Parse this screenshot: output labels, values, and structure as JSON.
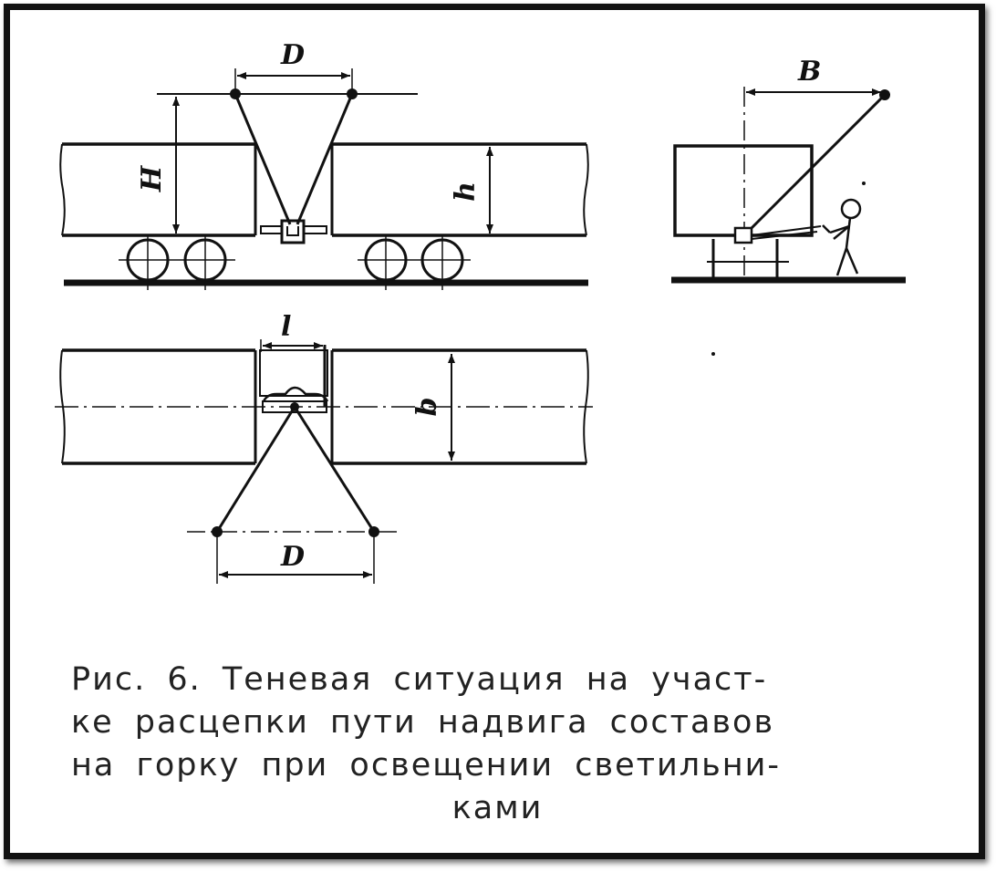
{
  "diagram": {
    "labels": {
      "top_span": "D",
      "light_height": "H",
      "car_height": "h",
      "side_distance": "B",
      "gap_length": "l",
      "car_width": "b",
      "bottom_span": "D"
    }
  },
  "caption": {
    "line1": "Рис. 6.     Теневая ситуация на участ-",
    "line2": "ке расцепки пути надвига составов",
    "line3": "на горку при освещении светильни-",
    "line4": "ками"
  }
}
